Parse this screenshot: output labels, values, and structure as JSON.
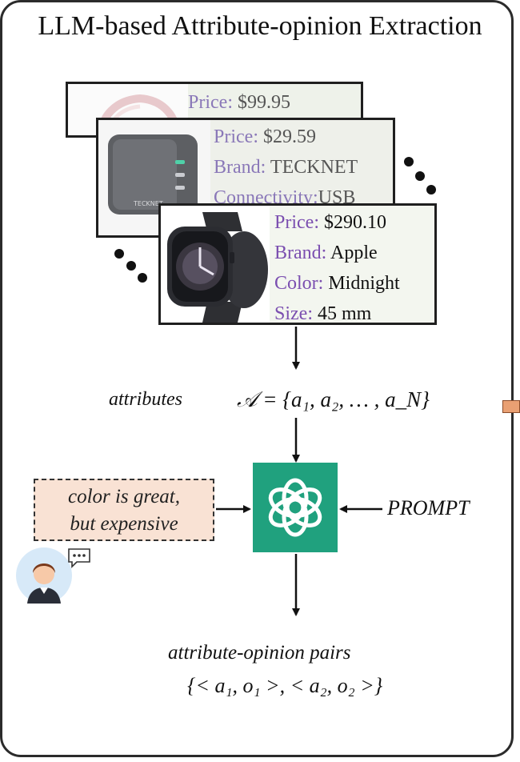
{
  "title": "LLM-based Attribute-opinion Extraction",
  "cards": [
    {
      "attrs": [
        {
          "key": "Price:",
          "value": "$99.95"
        }
      ]
    },
    {
      "attrs": [
        {
          "key": "Price:",
          "value": "$29.59"
        },
        {
          "key": "Brand:",
          "value": "TECKNET"
        },
        {
          "key": "Connectivity:",
          "value": "USB"
        }
      ]
    },
    {
      "attrs": [
        {
          "key": "Price:",
          "value": "$290.10"
        },
        {
          "key": "Brand:",
          "value": "Apple"
        },
        {
          "key": "Color:",
          "value": "Midnight"
        },
        {
          "key": "Size:",
          "value": "45 mm"
        }
      ]
    }
  ],
  "charger_text": "TECKNET",
  "attributes_label": "attributes",
  "attributes_set": "𝒜 = {a₁, a₂, … , a_N}",
  "review_text": [
    "color is great,",
    "but expensive"
  ],
  "prompt_label": "PROMPT",
  "pairs_label": "attribute-opinion pairs",
  "pairs_set": "{< a₁, o₁ >, < a₂, o₂ >}",
  "icons": [
    "openai-logo-icon",
    "user-avatar-icon",
    "chat-bubble-icon",
    "headphones-image",
    "charger-image",
    "smartwatch-image"
  ],
  "colors": {
    "gpt_green": "#20a17e",
    "review_bg": "#f9e2d4",
    "key_purple": "#7b4fb0",
    "card_bg": "#f3f6ef"
  }
}
